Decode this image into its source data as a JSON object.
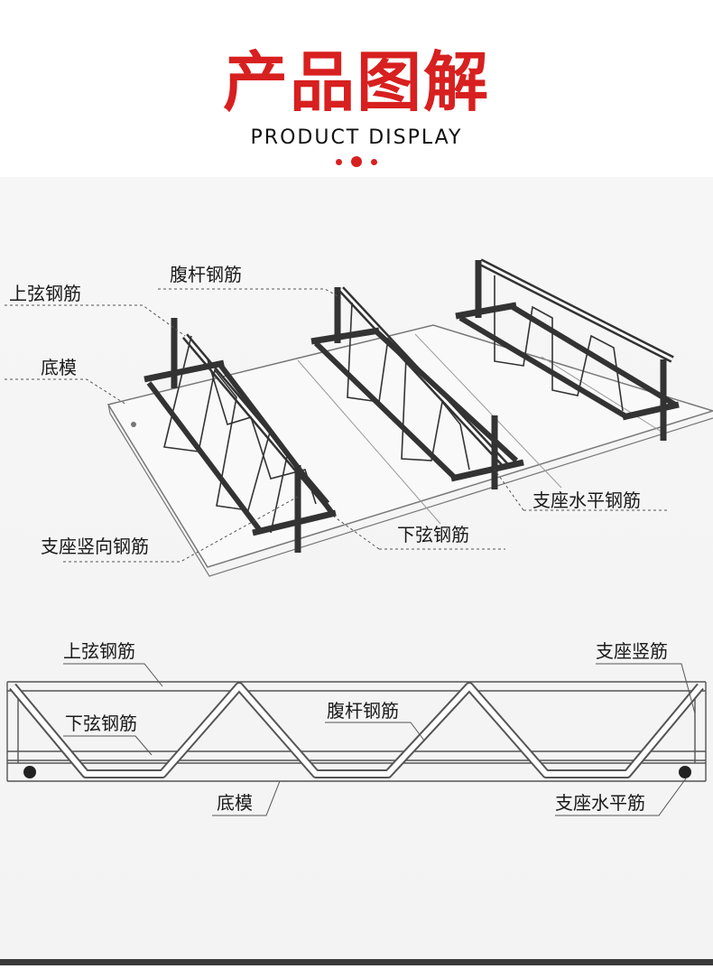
{
  "header": {
    "title": "产品图解",
    "subtitle": "PRODUCT DISPLAY"
  },
  "colors": {
    "accent": "#d7201f"
  },
  "diagram_top": {
    "labels": {
      "top_chord": "上弦钢筋",
      "web_bar": "腹杆钢筋",
      "bottom_mold": "底模",
      "support_horizontal": "支座水平钢筋",
      "support_vertical": "支座竖向钢筋",
      "bottom_chord": "下弦钢筋"
    }
  },
  "diagram_bottom": {
    "labels": {
      "top_chord": "上弦钢筋",
      "support_vertical": "支座竖筋",
      "bottom_chord": "下弦钢筋",
      "web_bar": "腹杆钢筋",
      "bottom_mold": "底模",
      "support_horizontal": "支座水平筋"
    }
  }
}
